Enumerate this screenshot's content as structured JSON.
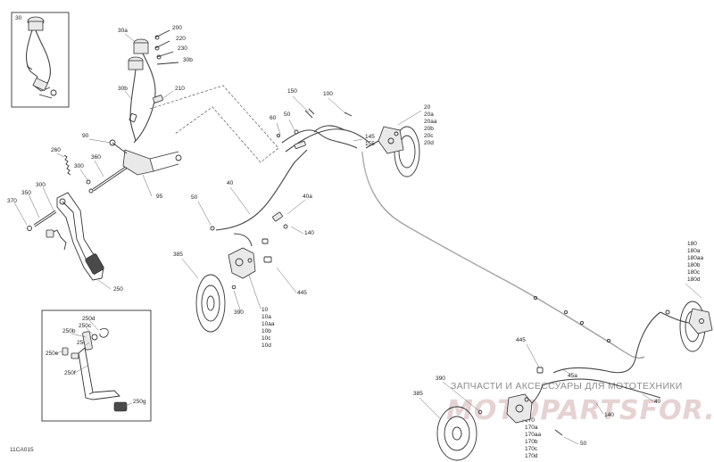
{
  "diagram": {
    "code": "11CA015",
    "watermark": {
      "caption": "ЗАПЧАСТИ И АКСЕССУАРЫ ДЛЯ МОТОТЕХНИКИ",
      "site": "MOTOPARTSFOR.RU"
    },
    "inset_top": {
      "label": "30"
    },
    "inset_bottom": {
      "labels": [
        "250d",
        "250c",
        "250b",
        "250e",
        "250a",
        "250f",
        "250g"
      ]
    },
    "master_cylinder": {
      "labels": [
        "30a",
        "200",
        "220",
        "230",
        "30b",
        "30b",
        "210"
      ]
    },
    "pedal": {
      "labels": [
        "90",
        "260",
        "300",
        "360",
        "95",
        "300",
        "350",
        "370",
        "250"
      ]
    },
    "front_lines": {
      "labels": [
        "150",
        "100",
        "60",
        "50",
        "145",
        "155"
      ]
    },
    "front_right_caliper": {
      "labels": [
        "20",
        "20a",
        "20aa",
        "20b",
        "20c",
        "20d"
      ]
    },
    "front_left": {
      "labels": [
        "40",
        "40a",
        "50",
        "140",
        "385",
        "445",
        "390",
        "10",
        "10a",
        "10aa",
        "10b",
        "10c",
        "10d"
      ]
    },
    "rear_right": {
      "labels": [
        "180",
        "180a",
        "180aa",
        "180b",
        "180c",
        "180d",
        "445",
        "45a",
        "40",
        "140"
      ]
    },
    "rear_left": {
      "labels": [
        "390",
        "385",
        "170",
        "170a",
        "170aa",
        "170b",
        "170c",
        "170d",
        "50"
      ]
    }
  }
}
